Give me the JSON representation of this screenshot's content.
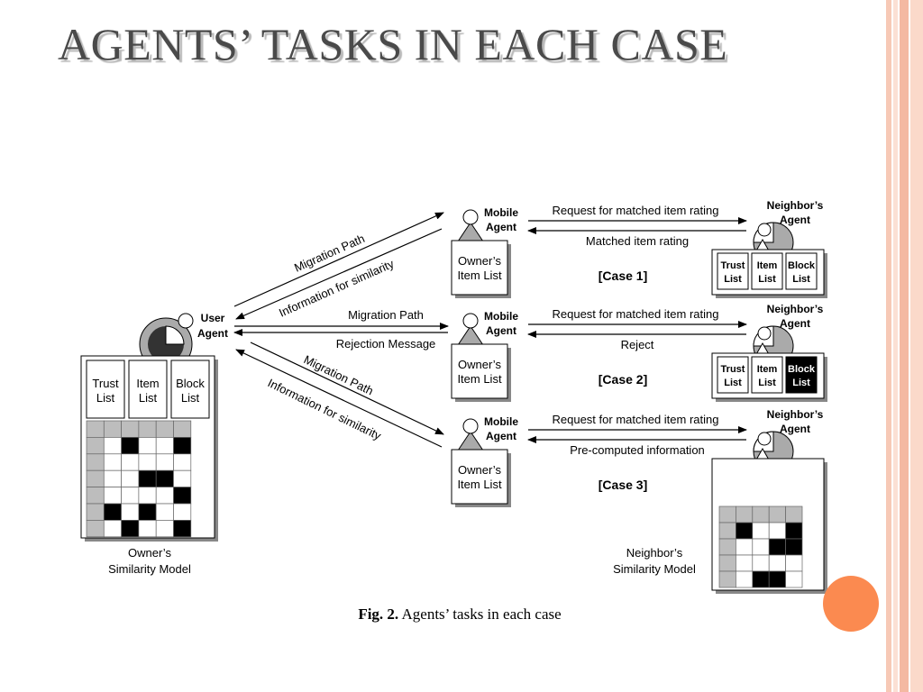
{
  "slide": {
    "title": "AGENTS’ TASKS IN EACH CASE",
    "caption_bold": "Fig. 2.",
    "caption_text": "Agents’ tasks in each case",
    "colors": {
      "accent_orange": "#fb8a50",
      "stripe": "#f4b9a2",
      "title": "#4a4a4a"
    }
  },
  "diagram": {
    "user_agent": [
      "User",
      "Agent"
    ],
    "owner_lists": [
      "Trust\nList",
      "Item\nList",
      "Block\nList"
    ],
    "owner_model_label": [
      "Owner’s",
      "Similarity Model"
    ],
    "neighbor_model_label": [
      "Neighbor’s",
      "Similarity Model"
    ],
    "mobile_agent": [
      "Mobile",
      "Agent"
    ],
    "owner_item_list": [
      "Owner’s",
      "Item List"
    ],
    "neighbor_agent": [
      "Neighbor’s",
      "Agent"
    ],
    "neighbor_lists": [
      "Trust\nList",
      "Item\nList",
      "Block\nList"
    ],
    "edges": {
      "migration_path": "Migration Path",
      "info_similarity": "Information for similarity",
      "rejection_message": "Rejection Message",
      "request": "Request for matched item rating",
      "matched_rating": "Matched item rating",
      "reject": "Reject",
      "precomputed": "Pre-computed information"
    },
    "cases": [
      "[Case 1]",
      "[Case 2]",
      "[Case 3]"
    ],
    "owner_matrix": [
      [
        0,
        0,
        0,
        0,
        0,
        0
      ],
      [
        0,
        0,
        1,
        0,
        0,
        1
      ],
      [
        0,
        0,
        0,
        0,
        0,
        0
      ],
      [
        0,
        0,
        0,
        1,
        1,
        0
      ],
      [
        0,
        0,
        0,
        0,
        0,
        1
      ],
      [
        0,
        1,
        0,
        1,
        0,
        0
      ],
      [
        0,
        0,
        1,
        0,
        0,
        1
      ]
    ],
    "neighbor_matrix": [
      [
        0,
        0,
        0,
        0,
        0
      ],
      [
        0,
        1,
        0,
        0,
        1
      ],
      [
        0,
        0,
        0,
        1,
        1
      ],
      [
        0,
        0,
        0,
        0,
        0
      ],
      [
        0,
        0,
        1,
        1,
        0
      ]
    ]
  }
}
